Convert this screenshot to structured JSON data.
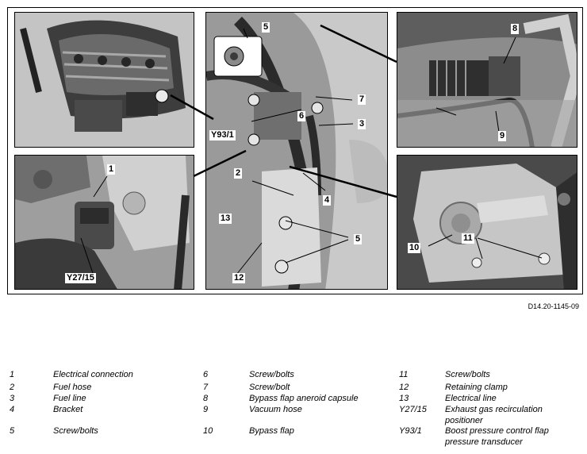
{
  "figure": {
    "code": "D14.20-1145-09",
    "callouts": {
      "c1": "1",
      "c2": "2",
      "c3": "3",
      "c4": "4",
      "c5a": "5",
      "c5b": "5",
      "c6": "6",
      "c7": "7",
      "c8": "8",
      "c9": "9",
      "c10": "10",
      "c11": "11",
      "c12": "12",
      "c13": "13",
      "y27": "Y27/15",
      "y93": "Y93/1"
    }
  },
  "legend": [
    {
      "num": "1",
      "text": "Electrical connection"
    },
    {
      "num": "2",
      "text": "Fuel hose"
    },
    {
      "num": "3",
      "text": "Fuel line"
    },
    {
      "num": "4",
      "text": "Bracket"
    },
    {
      "num": "5",
      "text": "Screw/bolts"
    },
    {
      "num": "6",
      "text": "Screw/bolts"
    },
    {
      "num": "7",
      "text": "Screw/bolt"
    },
    {
      "num": "8",
      "text": "Bypass flap aneroid capsule"
    },
    {
      "num": "9",
      "text": "Vacuum hose"
    },
    {
      "num": "10",
      "text": "Bypass flap"
    },
    {
      "num": "11",
      "text": "Screw/bolts"
    },
    {
      "num": "12",
      "text": "Retaining clamp"
    },
    {
      "num": "13",
      "text": "Electrical line"
    },
    {
      "num": "Y27/15",
      "text": "Exhaust gas recirculation positioner"
    },
    {
      "num": "Y93/1",
      "text": "Boost pressure control flap pressure transducer"
    }
  ]
}
